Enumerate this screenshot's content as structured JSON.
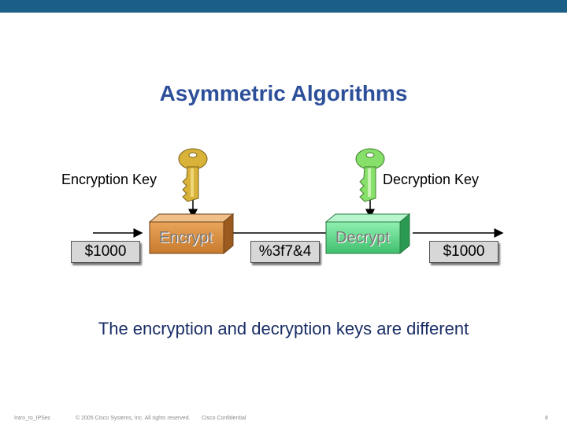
{
  "title": "Asymmetric Algorithms",
  "labels": {
    "encryption_key": "Encryption Key",
    "decryption_key": "Decryption Key"
  },
  "flow": {
    "plaintext_in": "$1000",
    "encrypt": "Encrypt",
    "ciphertext": "%3f7&4",
    "decrypt": "Decrypt",
    "plaintext_out": "$1000"
  },
  "caption": "The encryption and decryption keys are different",
  "footer": {
    "left": "Intro_to_IPSec",
    "copyright": "© 2005 Cisco Systems, Inc. All rights reserved.",
    "confidential": "Cisco Confidential",
    "page": "8"
  },
  "colors": {
    "top_bar": "#1b5f86",
    "title": "#2d4f9a",
    "caption": "#1a2e66",
    "encrypt_key": "#d9b23a",
    "decrypt_key": "#86e06a",
    "encrypt_box": "#d48a3c",
    "decrypt_box": "#5fd08a"
  }
}
